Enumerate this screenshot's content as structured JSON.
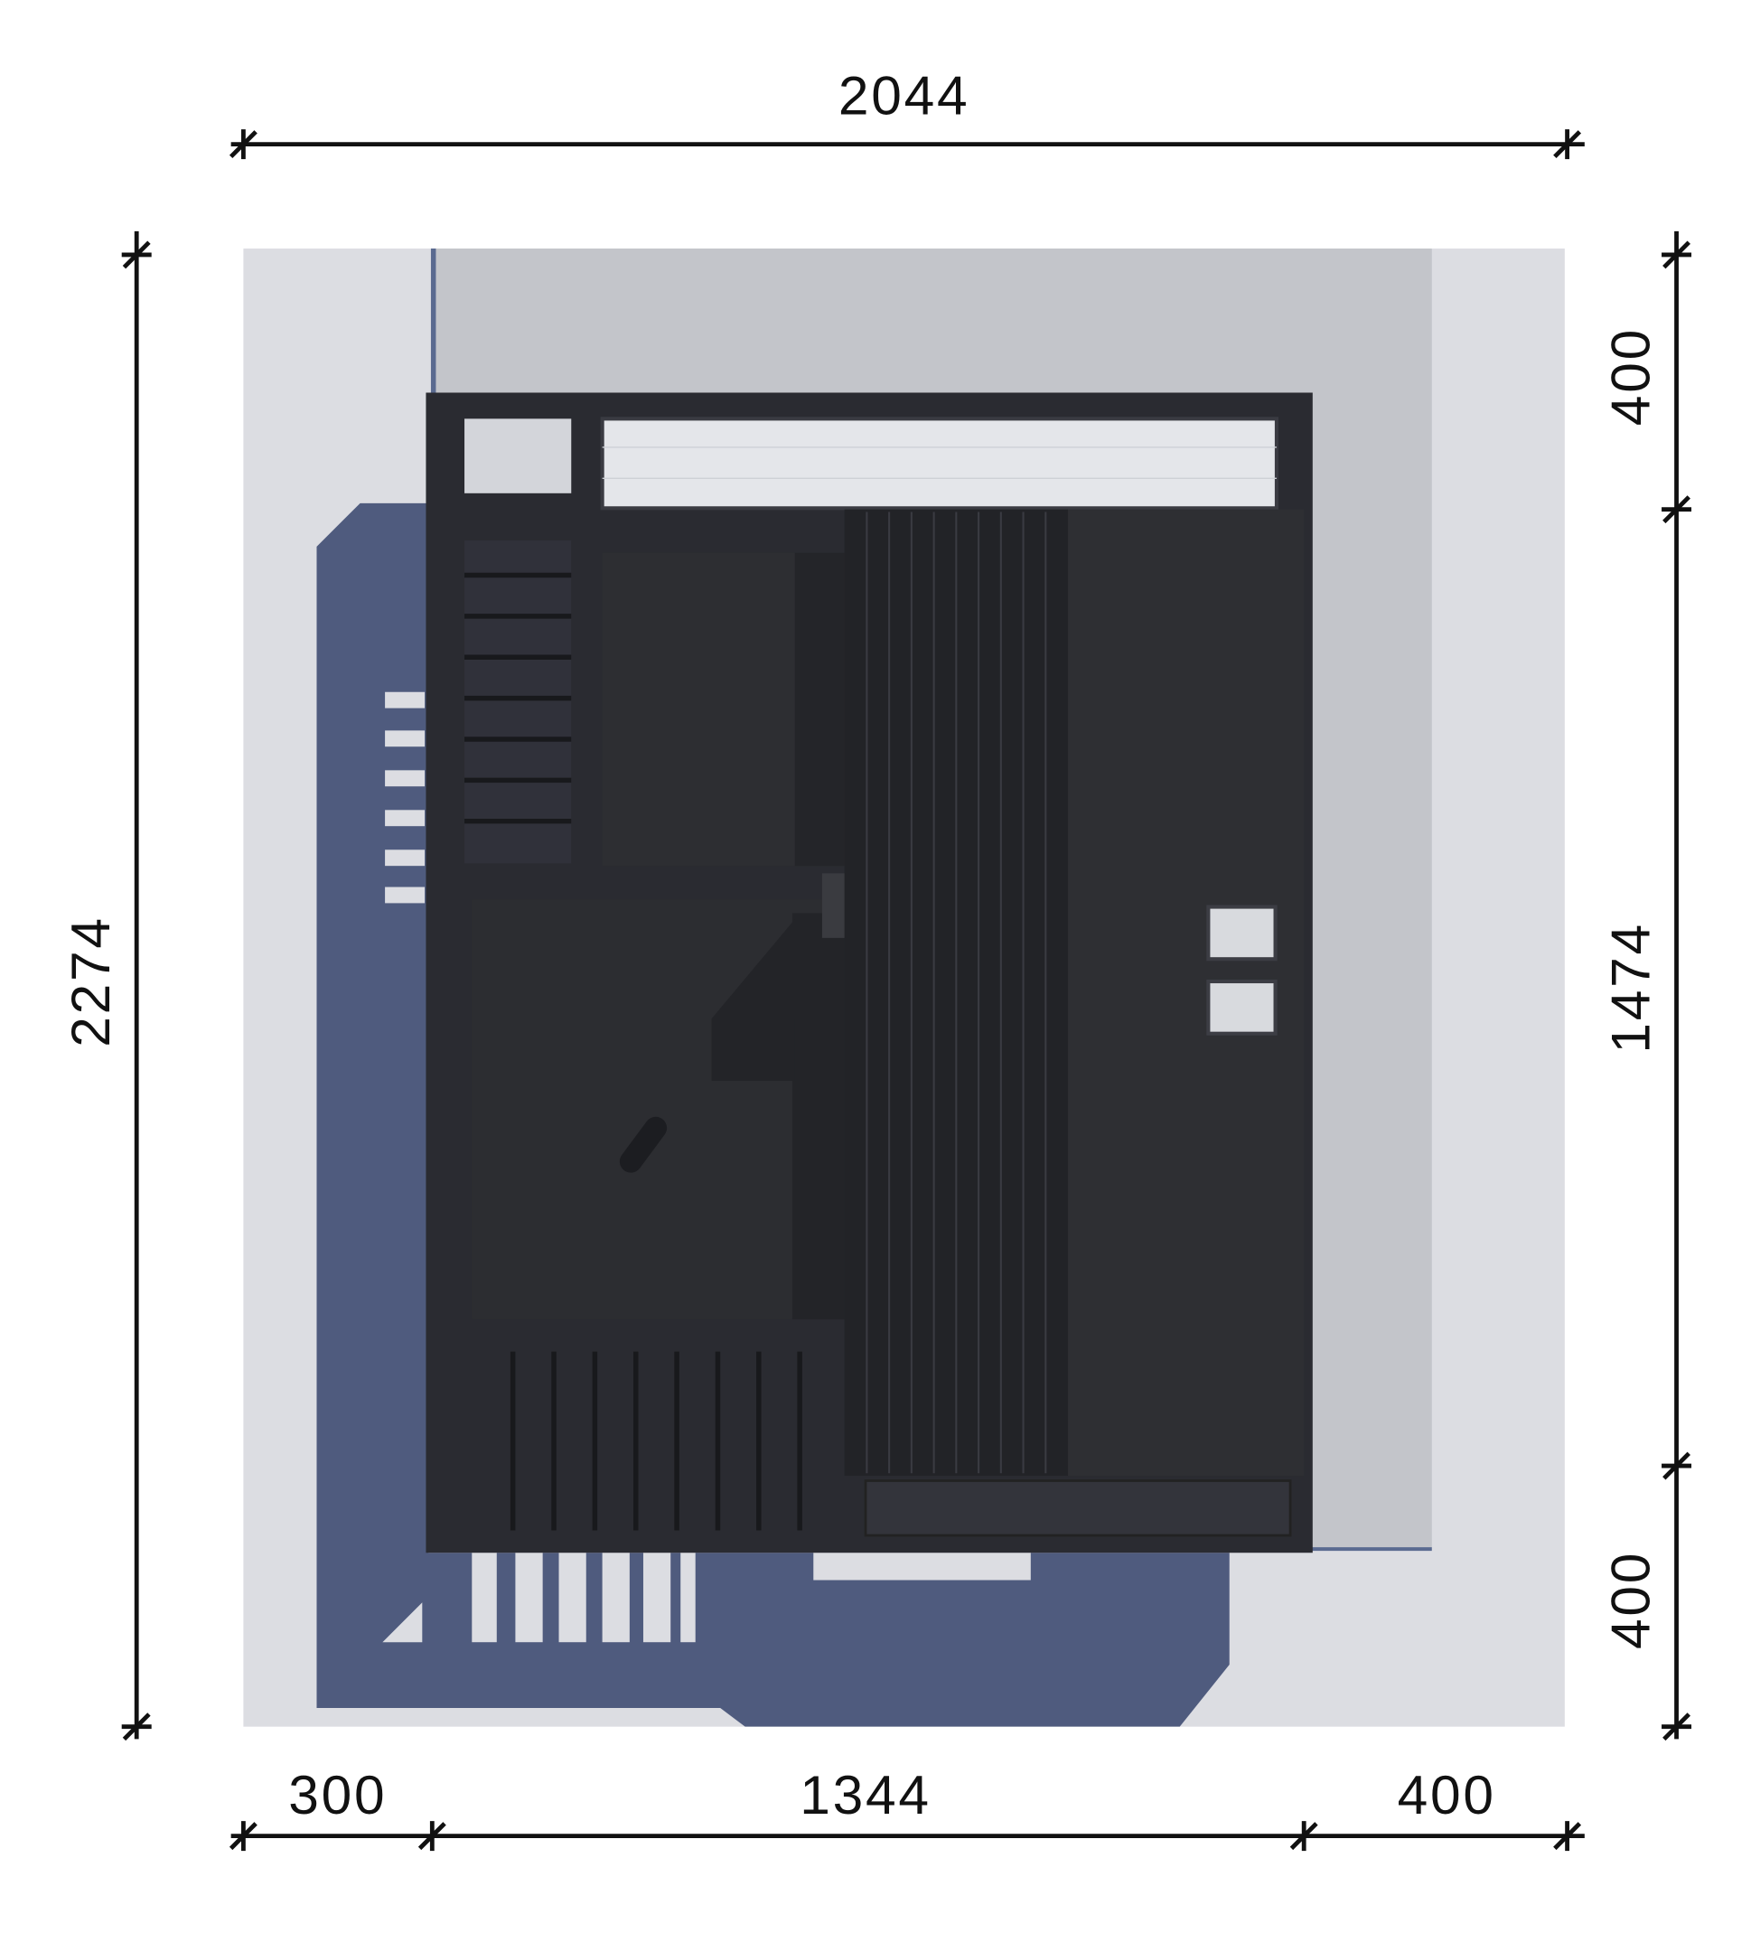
{
  "title": "Site plan top view with dimensions",
  "dimensions": {
    "top_total": "2044",
    "left_total": "2274",
    "right_top": "400",
    "right_middle": "1474",
    "right_bottom": "400",
    "bottom_left": "300",
    "bottom_middle": "1344",
    "bottom_right": "400"
  },
  "colors": {
    "site": "#dcdde2",
    "concrete": "#c3c5ca",
    "shadow": "#4f5b7e",
    "building": "#2a2b31",
    "glass": "#e4e6ea"
  }
}
